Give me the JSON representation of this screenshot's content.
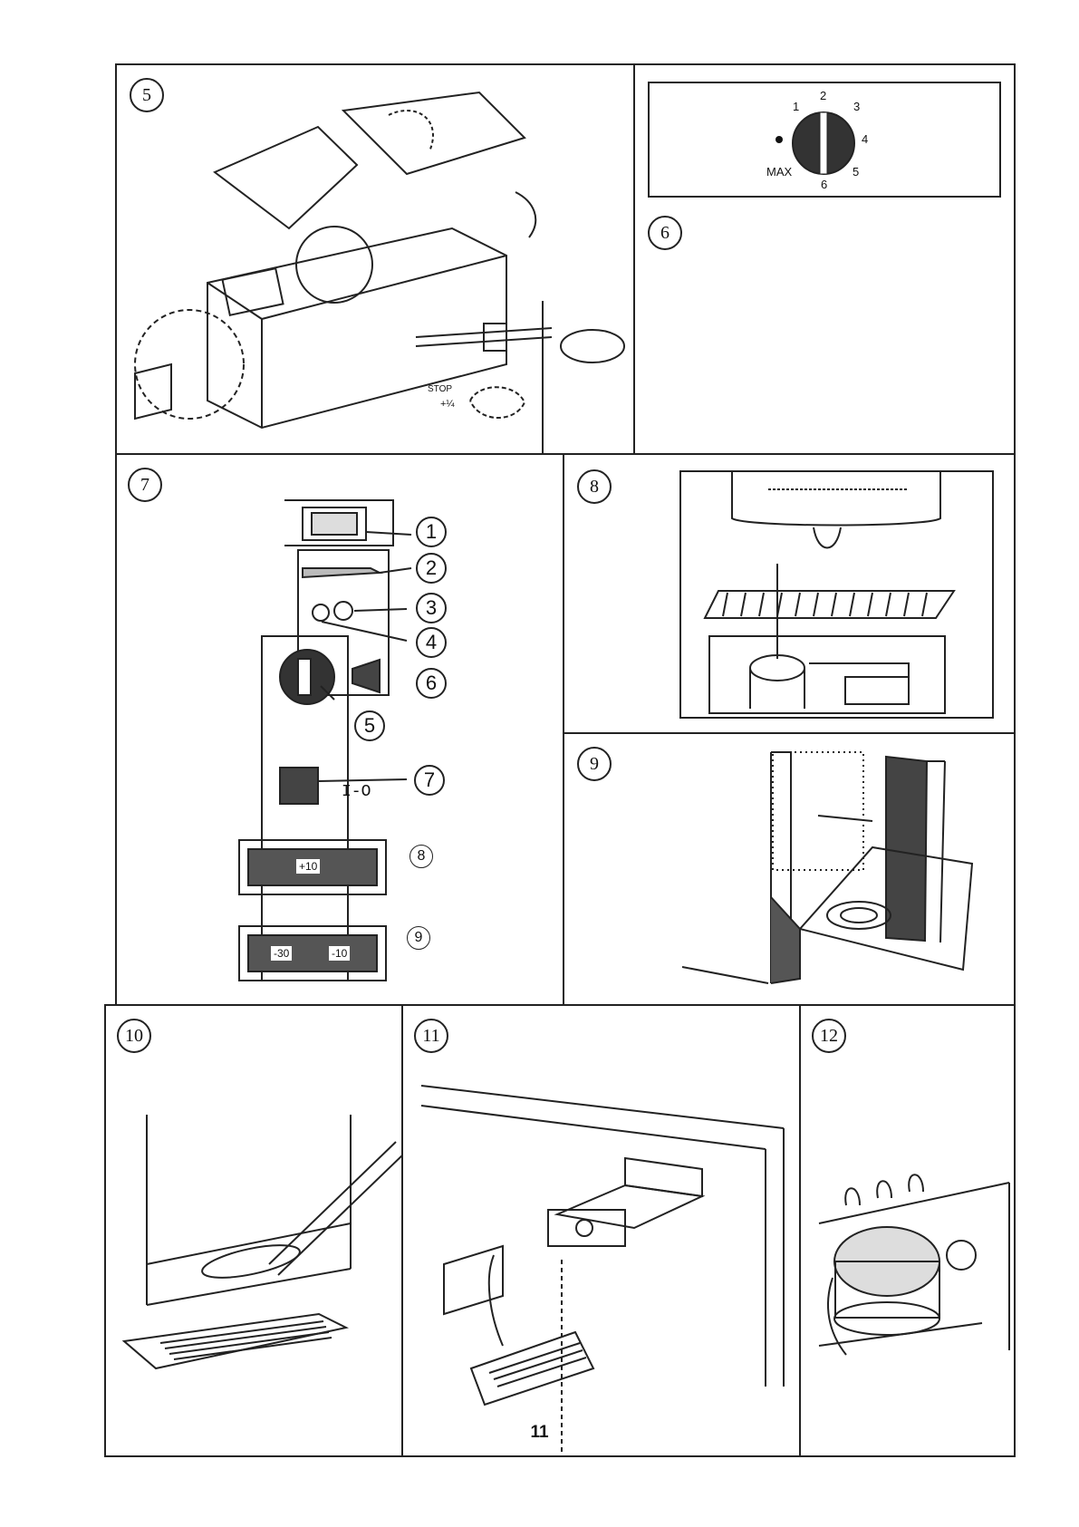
{
  "page_number": "11",
  "panels": {
    "p5": {
      "num": "5",
      "stop_label": "STOP",
      "quarter_label": "+¼"
    },
    "p6": {
      "num": "6",
      "dial": {
        "max": "MAX",
        "ticks": [
          "1",
          "2",
          "3",
          "4",
          "5",
          "6"
        ]
      }
    },
    "p7": {
      "num": "7",
      "callouts": [
        "1",
        "2",
        "3",
        "4",
        "5",
        "6",
        "7",
        "8",
        "9"
      ],
      "switch_label": "I-O",
      "display8": {
        "value": "+10"
      },
      "display9": {
        "left": "-30",
        "right": "-10"
      }
    },
    "p8": {
      "num": "8"
    },
    "p9": {
      "num": "9"
    },
    "p10": {
      "num": "10"
    },
    "p11": {
      "num": "11"
    },
    "p12": {
      "num": "12"
    }
  },
  "colors": {
    "ink": "#222222",
    "paper": "#ffffff"
  }
}
